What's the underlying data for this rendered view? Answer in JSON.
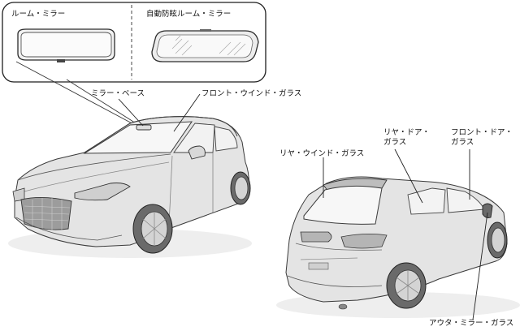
{
  "inset": {
    "left_title": "ルーム・ミラー",
    "right_title": "自動防眩ルーム・ミラー"
  },
  "labels": {
    "mirror_base": "ミラー・ベース",
    "front_windshield": "フロント・ウインド・ガラス",
    "rear_door_glass_line1": "リヤ・ドア・",
    "rear_door_glass_line2": "ガラス",
    "front_door_glass_line1": "フロント・ドア・",
    "front_door_glass_line2": "ガラス",
    "rear_window_glass": "リヤ・ウインド・ガラス",
    "outer_mirror_glass": "アウタ・ミラー・ガラス"
  },
  "colors": {
    "car_body": "#e6e6e6",
    "car_shadow": "#c9c9c9",
    "glass": "#f4f4f4",
    "outline": "#3a3a3a",
    "dark": "#555555"
  }
}
